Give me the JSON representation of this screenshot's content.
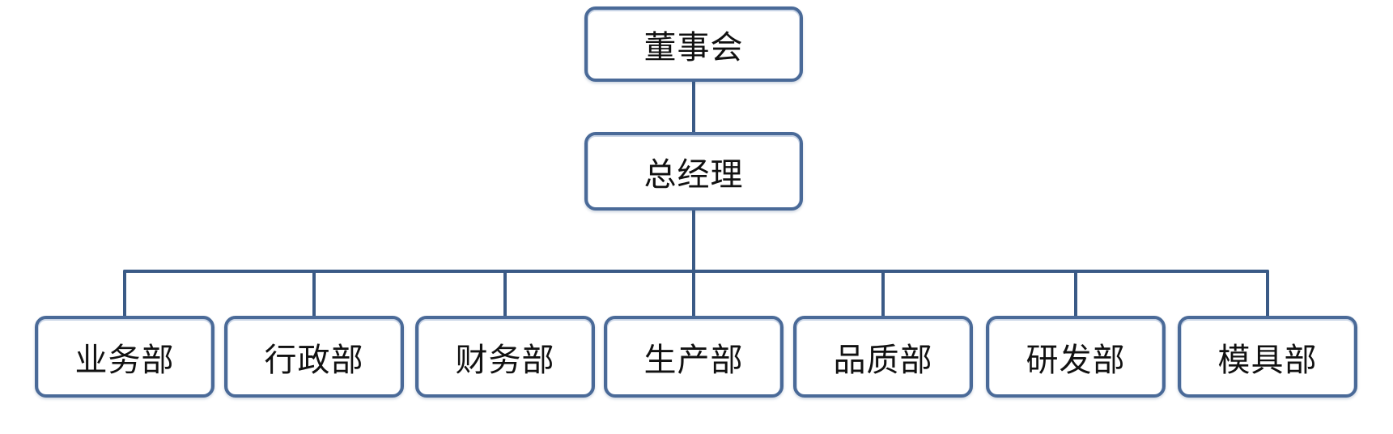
{
  "board": {
    "label": "董事会"
  },
  "general_manager": {
    "label": "总经理"
  },
  "departments": [
    {
      "label": "业务部"
    },
    {
      "label": "行政部"
    },
    {
      "label": "财务部"
    },
    {
      "label": "生产部"
    },
    {
      "label": "品质部"
    },
    {
      "label": "研发部"
    },
    {
      "label": "模具部"
    }
  ],
  "colors": {
    "line": "#3a5a86",
    "border": "#4a6a98"
  }
}
